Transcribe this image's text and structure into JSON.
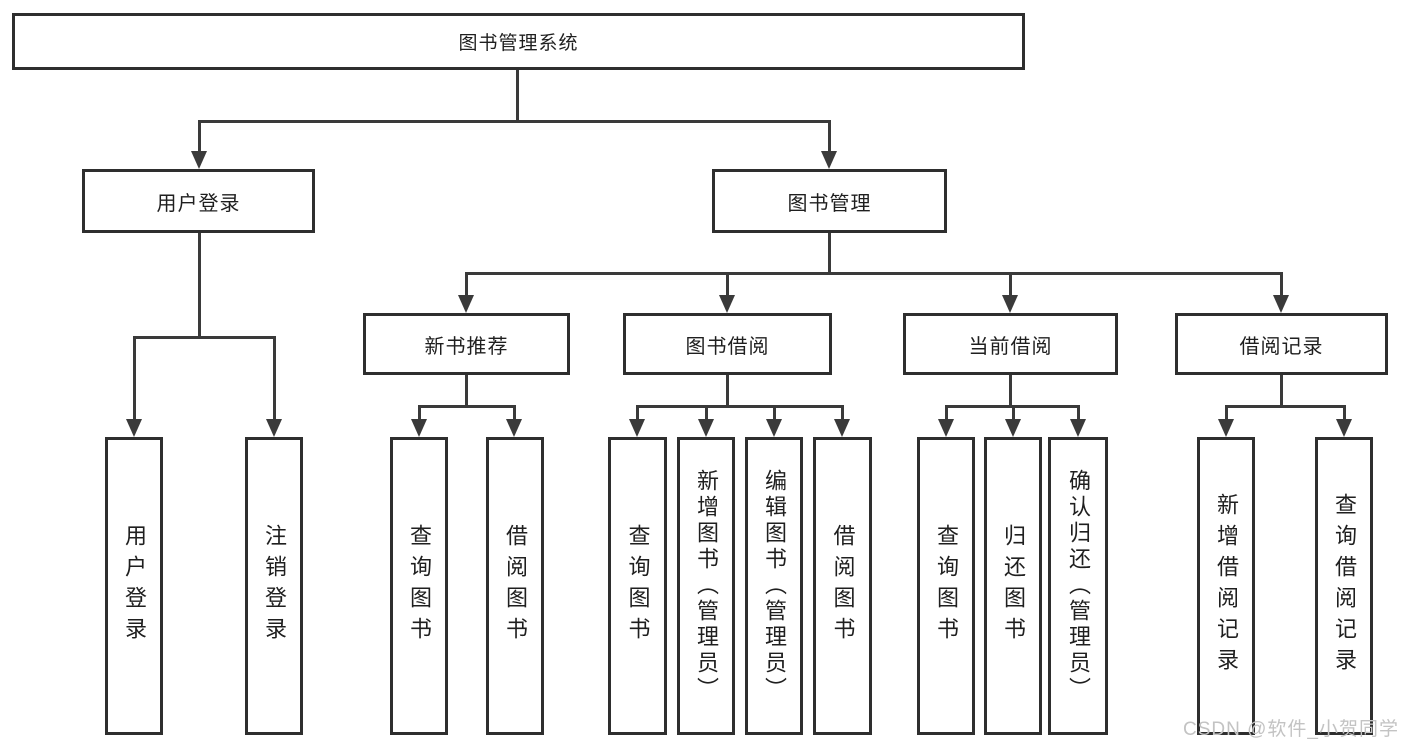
{
  "diagram": {
    "root": "图书管理系统",
    "branches": {
      "user_login": "用户登录",
      "book_management": "图书管理"
    },
    "modules": {
      "new_book_recommend": "新书推荐",
      "book_borrow": "图书借阅",
      "current_borrow": "当前借阅",
      "borrow_records": "借阅记录"
    },
    "leaves": {
      "user_login": [
        "用户登录",
        "注销登录"
      ],
      "new_book_recommend": [
        "查询图书",
        "借阅图书"
      ],
      "book_borrow": [
        "查询图书",
        "新增图书（管理员）",
        "编辑图书（管理员）",
        "借阅图书"
      ],
      "current_borrow": [
        "查询图书",
        "归还图书",
        "确认归还（管理员）"
      ],
      "borrow_records": [
        "新增借阅记录",
        "查询借阅记录"
      ]
    }
  },
  "watermark": "CSDN @软件_小贺同学",
  "colors": {
    "line": "#3a3a3a",
    "box_border": "#2e2e2e",
    "box_fill": "#ffffff",
    "text": "#1f1f1f",
    "watermark": "#c3c3c3"
  }
}
